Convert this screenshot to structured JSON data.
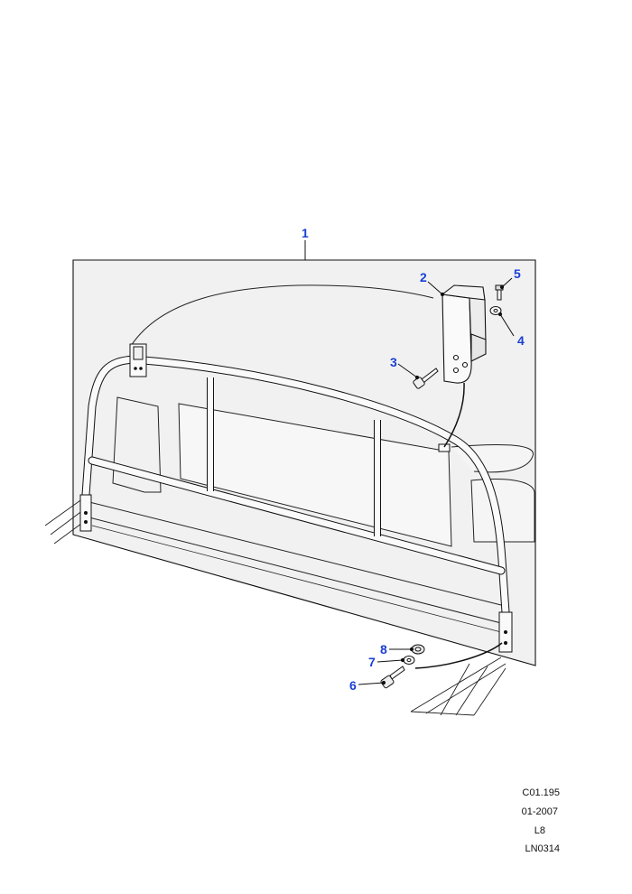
{
  "callouts": {
    "c1": "1",
    "c2": "2",
    "c3": "3",
    "c4": "4",
    "c5": "5",
    "c6": "6",
    "c7": "7",
    "c8": "8"
  },
  "reference": {
    "code": "C01.195",
    "date": "01-2007",
    "model": "L8",
    "illustration": "LN0314"
  },
  "colors": {
    "callout": "#1a3fd6",
    "line": "#111111",
    "shade": "#efefef"
  }
}
